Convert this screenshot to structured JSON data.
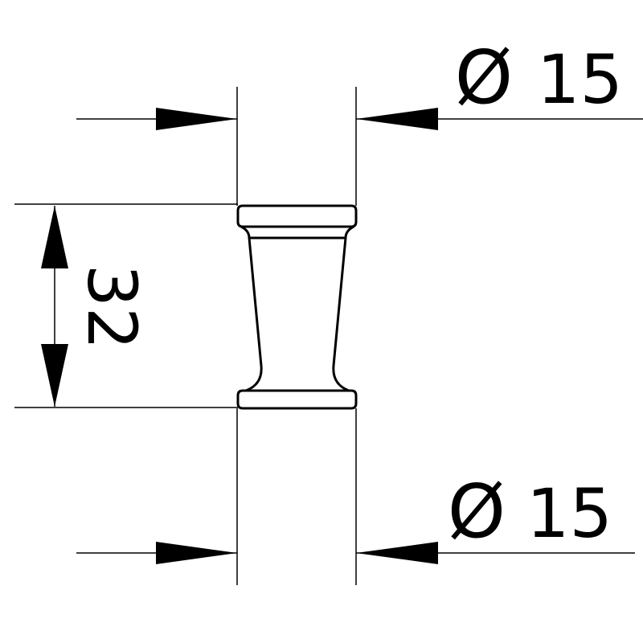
{
  "dimensions": {
    "top_diameter": {
      "symbol": "Ø",
      "value": "15"
    },
    "height": {
      "value": "32"
    },
    "bottom_diameter": {
      "symbol": "Ø",
      "value": "15"
    }
  },
  "colors": {
    "line": "#000000",
    "background": "#ffffff"
  }
}
